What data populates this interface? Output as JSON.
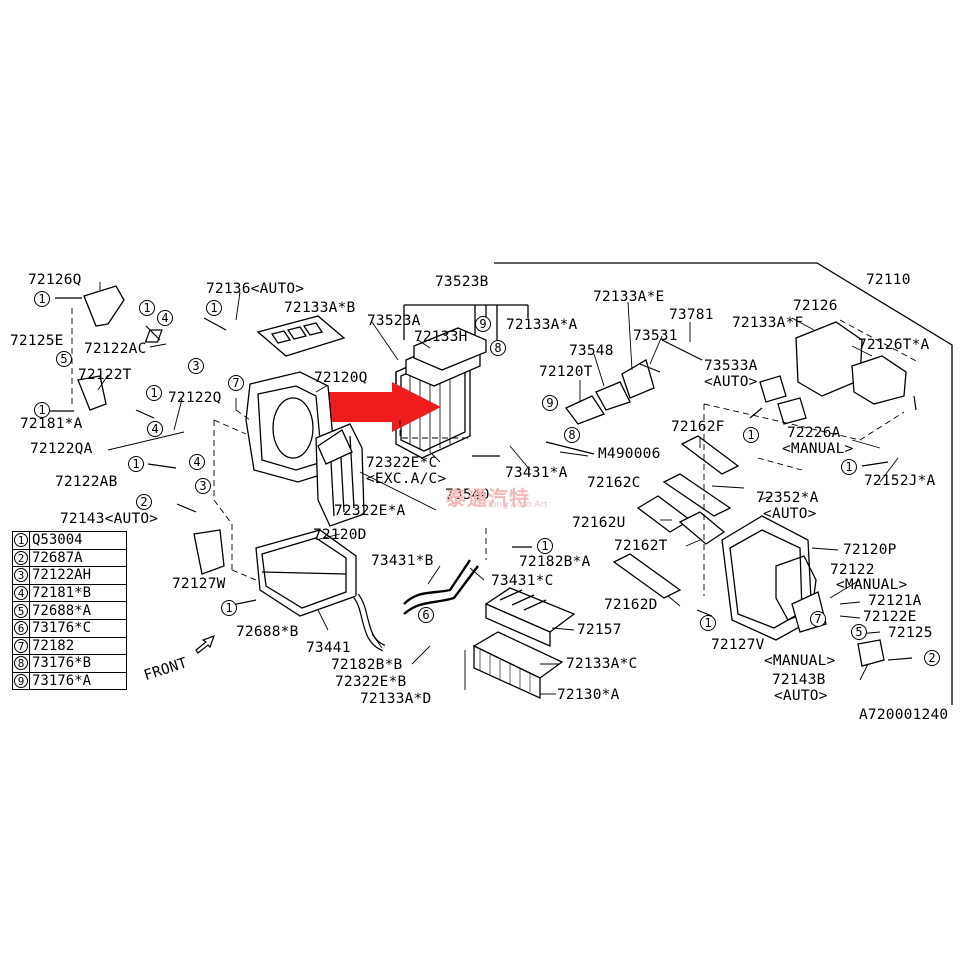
{
  "labels": {
    "l_72126q": "72126Q",
    "l_72136auto": "72136<AUTO>",
    "l_72133ab": "72133A*B",
    "l_73523b": "73523B",
    "l_73523a": "73523A",
    "l_72133h": "72133H",
    "l_72133aa": "72133A*A",
    "l_72133ae": "72133A*E",
    "l_73781": "73781",
    "l_73531": "73531",
    "l_73548": "73548",
    "l_72120t": "72120T",
    "l_72110": "72110",
    "l_72126": "72126",
    "l_72133af": "72133A*F",
    "l_72126ta": "72126T*A",
    "l_73533a": "73533A",
    "l_auto1": "<AUTO>",
    "l_72226a": "72226A",
    "l_manual1": "<MANUAL>",
    "l_72152ja": "72152J*A",
    "l_72125e": "72125E",
    "l_72122ac": "72122AC",
    "l_72122t": "72122T",
    "l_72120q": "72120Q",
    "l_72122q": "72122Q",
    "l_72181a": "72181*A",
    "l_72122qa": "72122QA",
    "l_72322ec": "72322E*C",
    "l_excac": "<EXC.A/C>",
    "l_72162f": "72162F",
    "l_m490006": "M490006",
    "l_73431a": "73431*A",
    "l_73540": "73540",
    "l_72162c": "72162C",
    "l_72352a": "72352*A",
    "l_auto2": "<AUTO>",
    "l_72122ab": "72122AB",
    "l_72143auto": "72143<AUTO>",
    "l_72322ea": "72322E*A",
    "l_72162u": "72162U",
    "l_72120d": "72120D",
    "l_72162t": "72162T",
    "l_72120p": "72120P",
    "l_73431b": "73431*B",
    "l_72182ba": "72182B*A",
    "l_72122": "72122",
    "l_manual2": "<MANUAL>",
    "l_73431c": "73431*C",
    "l_72127w": "72127W",
    "l_72162d": "72162D",
    "l_72121a": "72121A",
    "l_72122e": "72122E",
    "l_72688b": "72688*B",
    "l_72157": "72157",
    "l_72125": "72125",
    "l_72127v": "72127V",
    "l_73441": "73441",
    "l_manual3": "<MANUAL>",
    "l_72133ac": "72133A*C",
    "l_72182bb": "72182B*B",
    "l_72143b": "72143B",
    "l_72322eb": "72322E*B",
    "l_auto3": "<AUTO>",
    "l_72130a": "72130*A",
    "l_72133ad": "72133A*D",
    "l_code": "A720001240",
    "front": "FRONT"
  },
  "callouts": {
    "c1a": "1",
    "c1b": "1",
    "c4a": "4",
    "c1c": "1",
    "c3a": "3",
    "c5a": "5",
    "c7a": "7",
    "c1d": "1",
    "c1e": "1",
    "c4b": "4",
    "c1f": "1",
    "c4c": "4",
    "c3b": "3",
    "c2a": "2",
    "c1g": "1",
    "c9a": "9",
    "c8a": "8",
    "c9b": "9",
    "c8b": "8",
    "c1h": "1",
    "c6a": "6",
    "c1i": "1",
    "c1j": "1",
    "c1k": "1",
    "c7b": "7",
    "c5b": "5",
    "c2b": "2"
  },
  "legend": [
    {
      "num": "1",
      "part": "Q53004"
    },
    {
      "num": "2",
      "part": "72687A"
    },
    {
      "num": "3",
      "part": "72122AH"
    },
    {
      "num": "4",
      "part": "72181*B"
    },
    {
      "num": "5",
      "part": "72688*A"
    },
    {
      "num": "6",
      "part": "73176*C"
    },
    {
      "num": "7",
      "part": "72182"
    },
    {
      "num": "8",
      "part": "73176*B"
    },
    {
      "num": "9",
      "part": "73176*A"
    }
  ],
  "watermark": "泰通汽特",
  "colors": {
    "arrow": "#ee1c1c",
    "line": "#000000",
    "background": "#ffffff"
  }
}
